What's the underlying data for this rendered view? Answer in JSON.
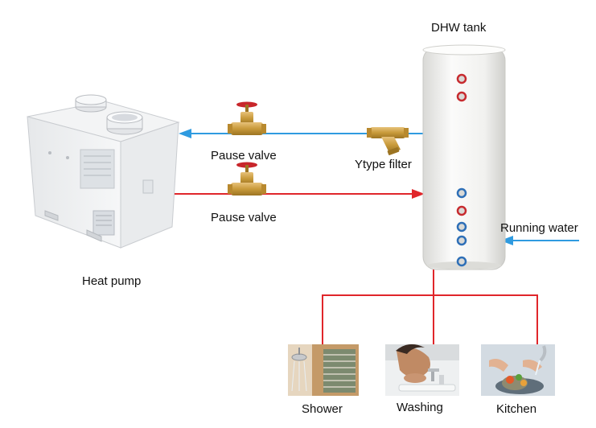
{
  "labels": {
    "tank": "DHW tank",
    "heat_pump": "Heat pump",
    "pause_valve_top": "Pause valve",
    "pause_valve_bottom": "Pause valve",
    "filter": "Ytype filter",
    "running_water": "Running water",
    "shower": "Shower",
    "washing": "Washing",
    "kitchen": "Kitchen"
  },
  "colors": {
    "cold_pipe": "#2f9be0",
    "hot_pipe": "#e0262b",
    "brass": "#c89a3a",
    "valve_handle": "#c8262b",
    "tank_body": "#f4f4f2"
  },
  "icons": {
    "heat_pump": "heat-pump-unit-icon",
    "valve": "gate-valve-icon",
    "filter": "y-strainer-icon",
    "tank": "water-tank-icon",
    "shower": "shower-photo",
    "washing": "face-washing-photo",
    "kitchen": "kitchen-sink-photo"
  }
}
